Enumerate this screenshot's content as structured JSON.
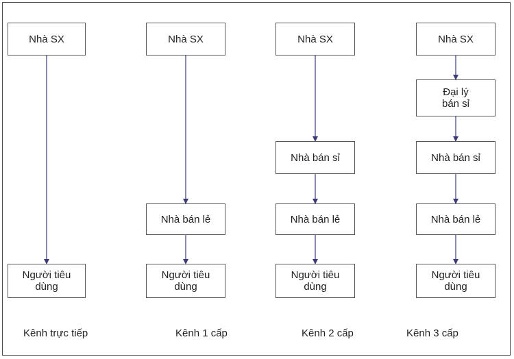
{
  "colors": {
    "line": "#3b3b7a",
    "border": "#555555",
    "text": "#222222"
  },
  "channels": [
    {
      "caption": "Kênh trực tiếp",
      "nodes": [
        "Nhà SX",
        "Người tiêu\ndùng"
      ]
    },
    {
      "caption": "Kênh 1 cấp",
      "nodes": [
        "Nhà SX",
        "Nhà bán lẻ",
        "Người tiêu\ndùng"
      ]
    },
    {
      "caption": "Kênh 2 cấp",
      "nodes": [
        "Nhà SX",
        "Nhà bán sỉ",
        "Nhà bán lẻ",
        "Người tiêu\ndùng"
      ]
    },
    {
      "caption": "Kênh 3 cấp",
      "nodes": [
        "Nhà SX",
        "Đại lý\nbán sỉ",
        "Nhà bán sỉ",
        "Nhà bán lẻ",
        "Người tiêu\ndùng"
      ]
    }
  ]
}
